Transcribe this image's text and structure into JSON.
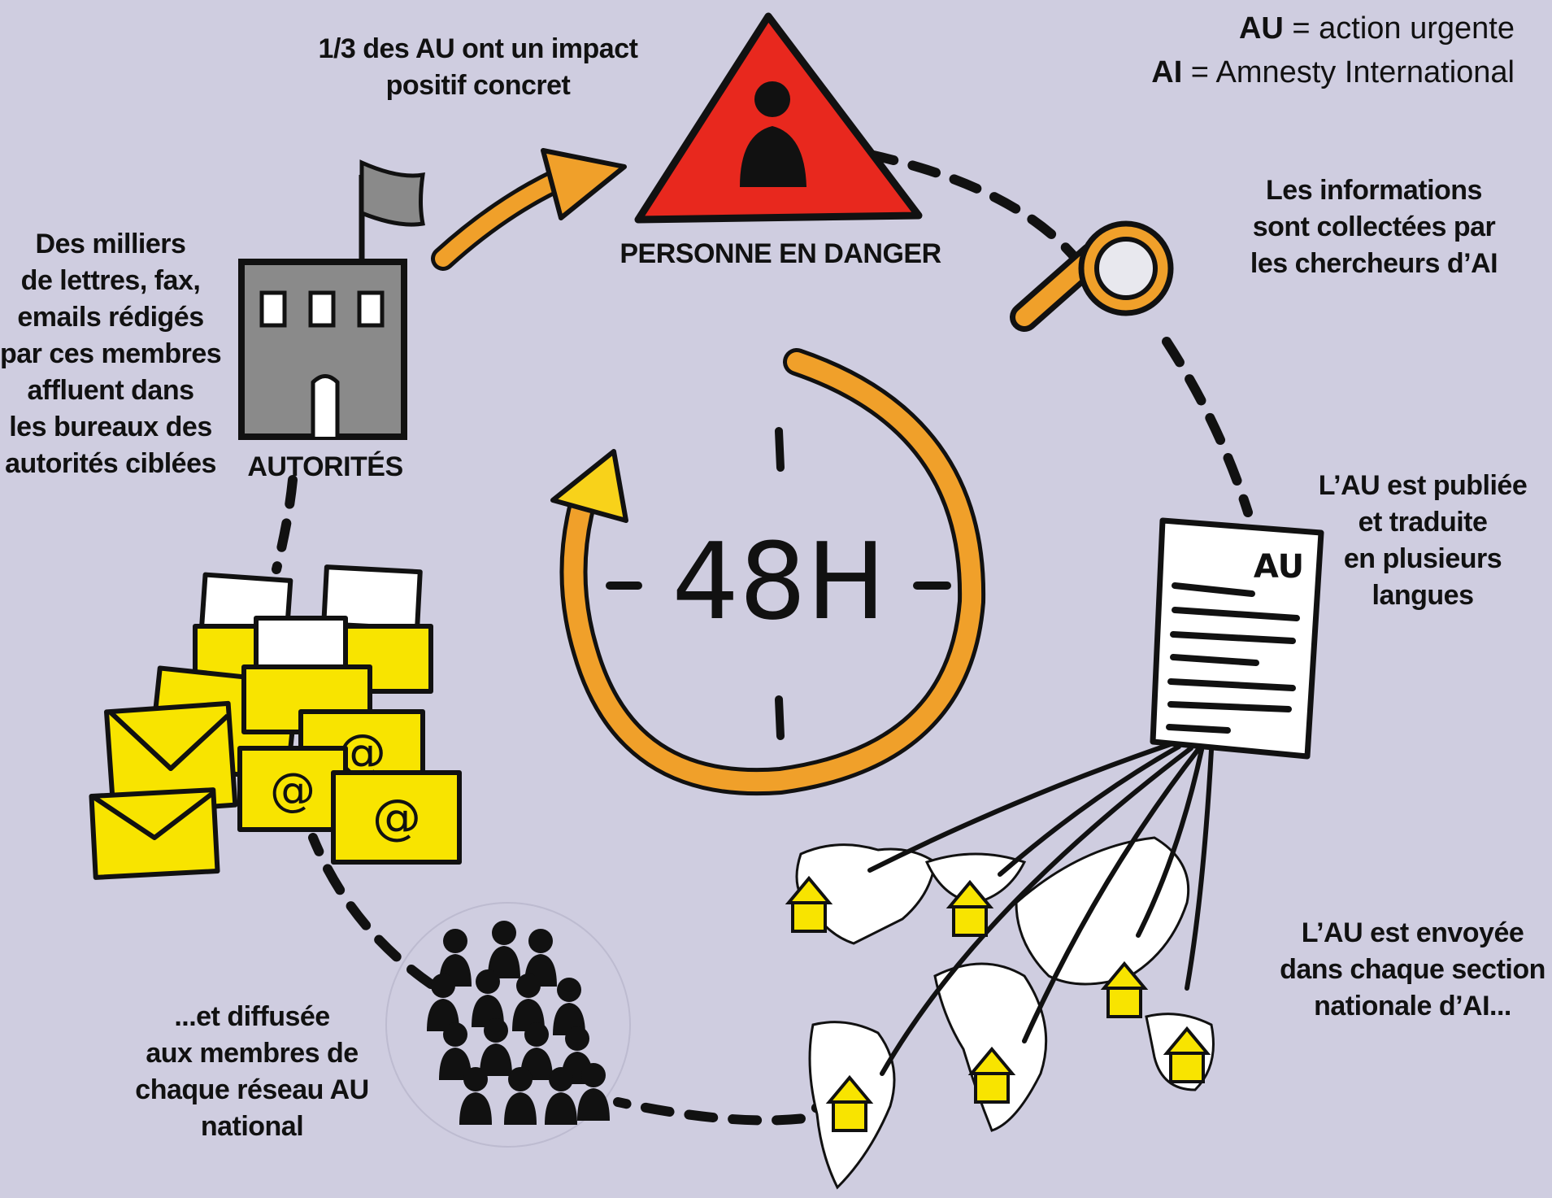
{
  "legend": [
    {
      "abbr": "AU",
      "sep": " = ",
      "meaning": "action urgente"
    },
    {
      "abbr": "AI",
      "sep": " = ",
      "meaning": "Amnesty International"
    }
  ],
  "center_label": "48H",
  "document_label": "AU",
  "labels": {
    "impact": [
      "1/3 des AU ont un impact",
      "positif concret"
    ],
    "person": [
      "PERSONNE EN DANGER"
    ],
    "research": [
      "Les informations",
      "sont collectées par",
      "les chercheurs d’AI"
    ],
    "published": [
      "L’AU est publiée",
      "et traduite",
      "en plusieurs",
      "langues"
    ],
    "sent": [
      "L’AU est envoyée",
      "dans chaque section",
      "nationale d’AI..."
    ],
    "diffused": [
      "...et diffusée",
      "aux membres de",
      "chaque réseau AU",
      "national"
    ],
    "letters": [
      "Des milliers",
      "de lettres, fax,",
      "emails rédigés",
      "par ces membres",
      "affluent dans",
      "les bureaux des",
      "autorités ciblées"
    ],
    "authorities": [
      "AUTORITÉS"
    ]
  },
  "colors": {
    "background": "#cfcde0",
    "danger_red": "#e8281e",
    "orange": "#f0a02a",
    "yellow": "#f8e400",
    "building_gray": "#8a8a8a",
    "ink": "#111111"
  },
  "icons": [
    "warning-triangle-icon",
    "person-icon",
    "magnifying-glass-icon",
    "document-icon",
    "world-map-icon",
    "house-icon",
    "crowd-icon",
    "envelope-icon",
    "at-sign-icon",
    "building-icon",
    "flag-icon",
    "cycle-arrow-icon"
  ]
}
